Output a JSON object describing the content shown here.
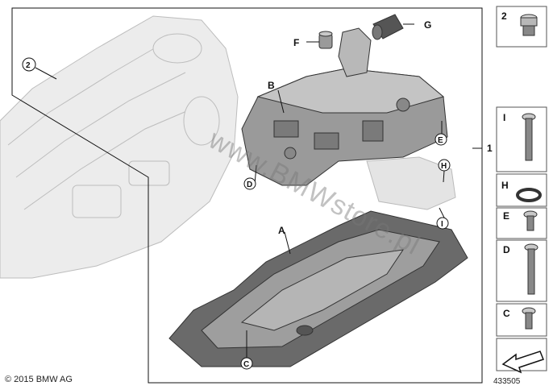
{
  "callouts": {
    "main_assembly": "1",
    "housing": "2",
    "oil_pan": "A",
    "control_unit": "B",
    "screw_c": "C",
    "screw_d": "D",
    "screw_e": "E",
    "plug_f": "F",
    "sleeve_g": "G",
    "oring_h": "H",
    "bolt_i": "I"
  },
  "side_panel": {
    "items": [
      "2",
      "I",
      "H",
      "E",
      "D",
      "C"
    ]
  },
  "footer": {
    "copyright": "© 2015 BMW AG",
    "document_number": "433505"
  },
  "watermark": "www.BMWstore.pl",
  "colors": {
    "line": "#111111",
    "part_fill": "#d0d0d0",
    "part_dark": "#6a6a6a",
    "ghost_fill": "#ececec"
  },
  "icons": {
    "arrow_panel": "arrow-icon"
  }
}
